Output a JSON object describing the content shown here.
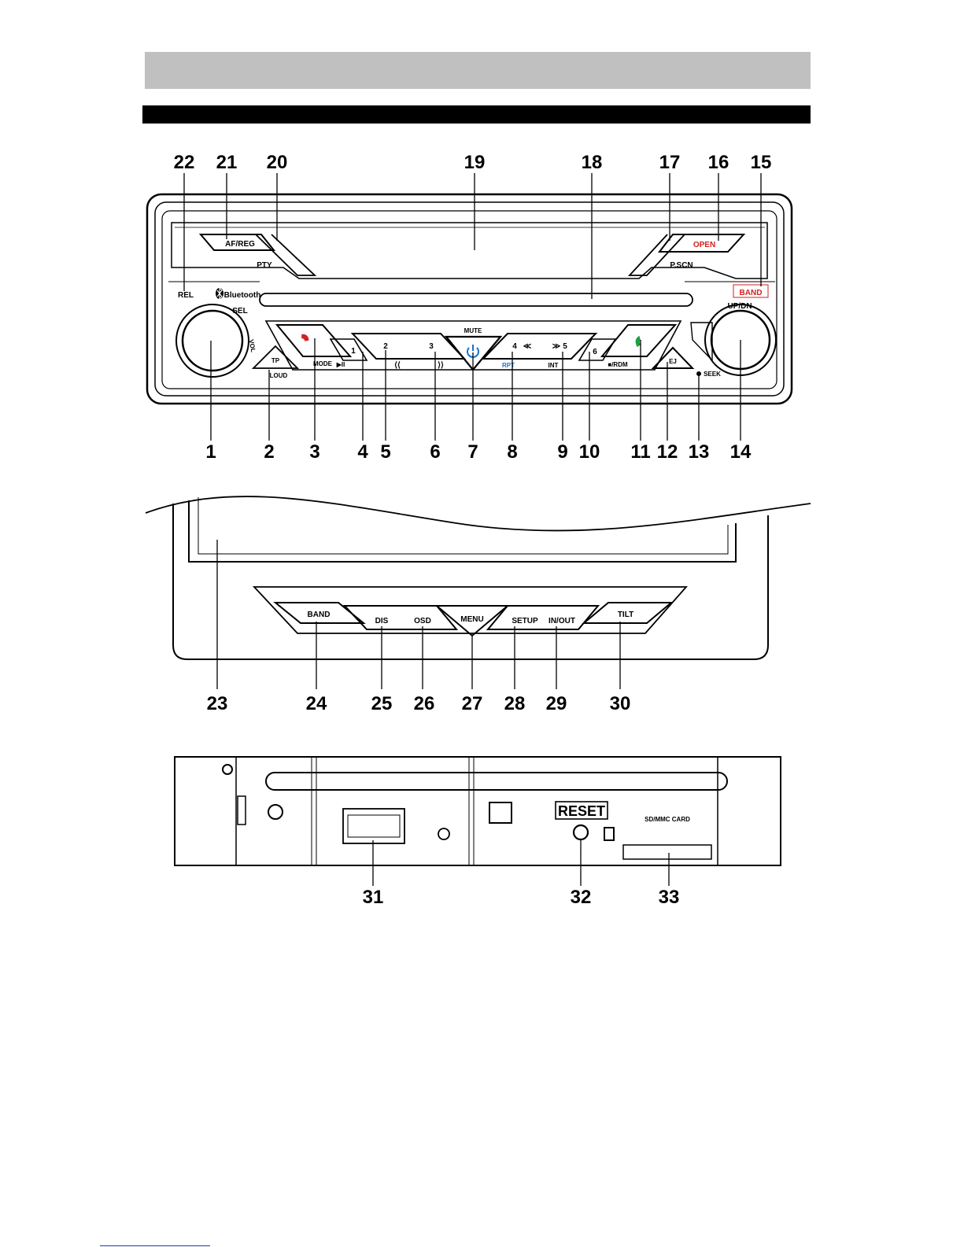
{
  "colors": {
    "header_gray": "#c0c0c0",
    "header_black": "#000000",
    "red_label": "#d42020",
    "blue_label": "#1a73c8",
    "green_icon": "#1aa040"
  },
  "front_panel": {
    "labels": {
      "af_reg": "AF/REG",
      "pty": "PTY",
      "open": "OPEN",
      "pscn": "P.SCN",
      "rel": "REL",
      "bluetooth": "Bluetooth",
      "band": "BAND",
      "sel": "SEL",
      "vol": "VOL",
      "up_dn": "UP/DN",
      "mute": "MUTE",
      "tp": "TP",
      "loud": "LOUD",
      "mode": "MODE",
      "rpt": "RPT",
      "int": "INT",
      "rdm": "■/RDM",
      "ej": "EJ",
      "seek": "SEEK",
      "p1": "1",
      "p2": "2",
      "p3": "3",
      "p4": "4",
      "p5": "5",
      "p6": "6",
      "prev": "⟨⟨",
      "next": "⟩⟩",
      "play_pause": "▶II",
      "rew": "≪",
      "fwd": "≫"
    },
    "icons": {
      "hangup": "phone-hangup-icon",
      "power": "power-icon",
      "call": "phone-call-icon",
      "bluetooth": "bluetooth-icon"
    },
    "callouts_top": [
      {
        "n": "22"
      },
      {
        "n": "21"
      },
      {
        "n": "20"
      },
      {
        "n": "19"
      },
      {
        "n": "18"
      },
      {
        "n": "17"
      },
      {
        "n": "16"
      },
      {
        "n": "15"
      }
    ],
    "callouts_bottom": [
      {
        "n": "1"
      },
      {
        "n": "2"
      },
      {
        "n": "3"
      },
      {
        "n": "4"
      },
      {
        "n": "5"
      },
      {
        "n": "6"
      },
      {
        "n": "7"
      },
      {
        "n": "8"
      },
      {
        "n": "9"
      },
      {
        "n": "10"
      },
      {
        "n": "11"
      },
      {
        "n": "12"
      },
      {
        "n": "13"
      },
      {
        "n": "14"
      }
    ]
  },
  "monitor_panel": {
    "buttons": {
      "band": "BAND",
      "dis": "DIS",
      "osd": "OSD",
      "menu": "MENU",
      "setup": "SETUP",
      "in_out": "IN/OUT",
      "tilt": "TILT"
    },
    "callouts": [
      {
        "n": "23"
      },
      {
        "n": "24"
      },
      {
        "n": "25"
      },
      {
        "n": "26"
      },
      {
        "n": "27"
      },
      {
        "n": "28"
      },
      {
        "n": "29"
      },
      {
        "n": "30"
      }
    ]
  },
  "rear_panel": {
    "labels": {
      "reset": "RESET",
      "sd_card": "SD/MMC CARD"
    },
    "callouts": [
      {
        "n": "31"
      },
      {
        "n": "32"
      },
      {
        "n": "33"
      }
    ]
  }
}
